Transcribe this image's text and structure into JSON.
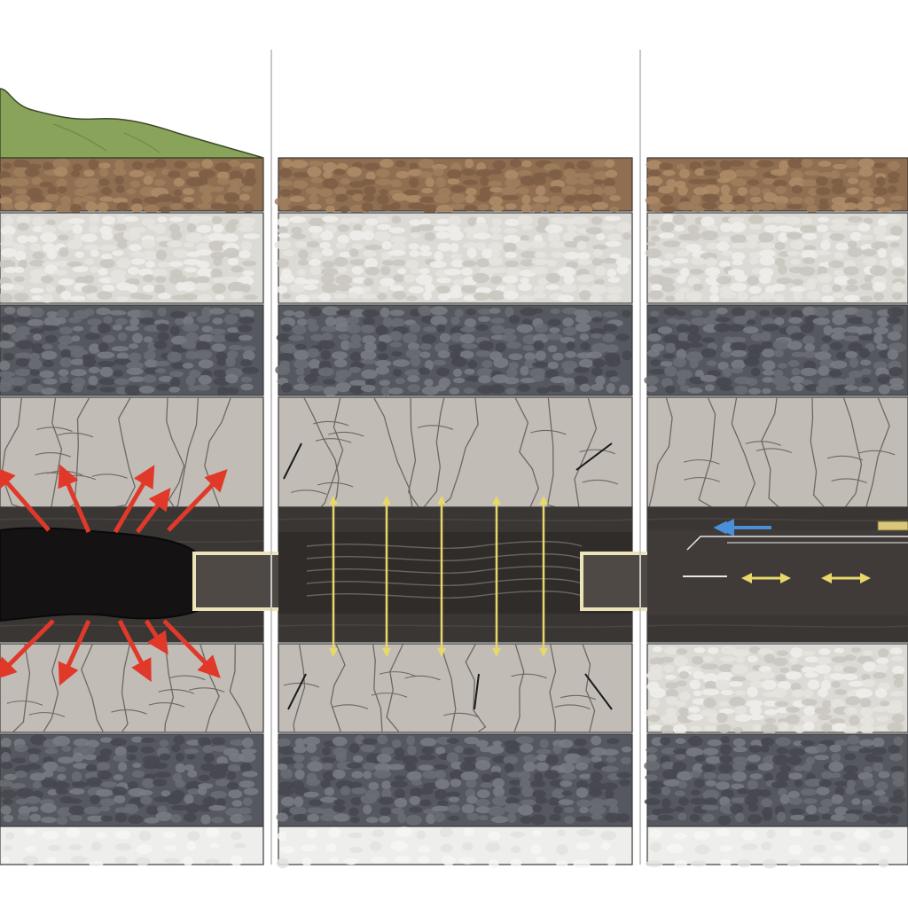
{
  "figure": {
    "panels": [
      {
        "id": "left",
        "content": "blast-zone",
        "labels": []
      },
      {
        "id": "middle",
        "content": "fracture-zone",
        "labels": []
      },
      {
        "id": "right",
        "content": "production-flow",
        "labels": []
      }
    ],
    "colors": {
      "background": "#ffffff",
      "grass": "#8aa35b",
      "topsoil": "#8f6e51",
      "light_gravel": "#dcdad5",
      "dark_gravel": "#565860",
      "cracked_shale": "#c2bcb6",
      "coal_seam": "#3a3634",
      "casing_fill": "#4e4944",
      "casing_frame": "#ece4b8",
      "blast_arrow": "#e0392a",
      "fracture_arrow": "#e8d86a",
      "flow_arrow": "#4a90d9",
      "divider": "#c8c8c8"
    },
    "icons": [
      "blast-arrow-icon",
      "fracture-arrow-icon",
      "flow-arrow-icon"
    ]
  }
}
